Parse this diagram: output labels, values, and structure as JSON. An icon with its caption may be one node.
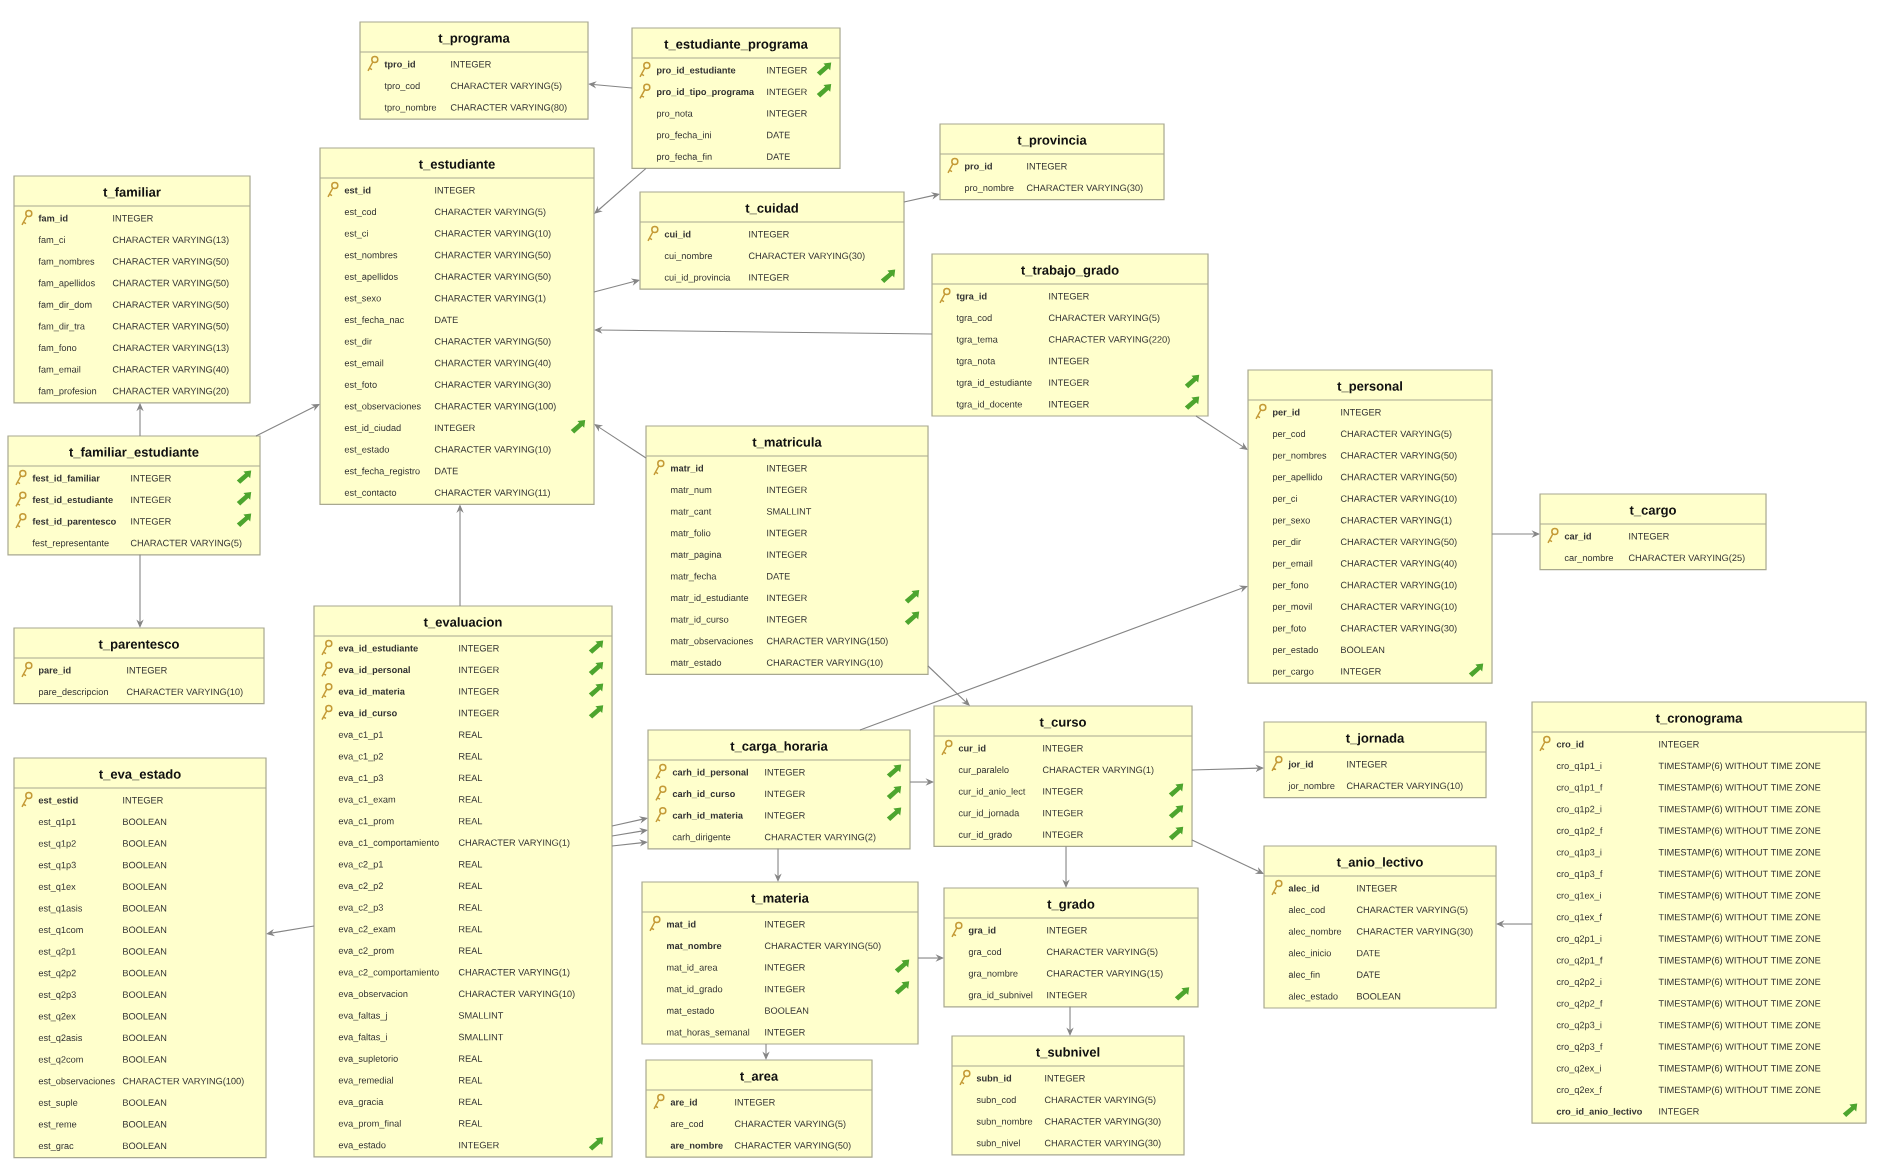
{
  "diagram": {
    "nodes": [
      {
        "text": [
          "t_programa",
          "tpro_id",
          "INTEGER",
          "tpro_cod",
          "CHARACTER VARYING(5)",
          "tpro_nombre",
          "CHARACTER VARYING(80)"
        ]
      },
      {
        "text": [
          "t_estudiante_programa",
          "pro_id_estudiante",
          "INTEGER",
          "pro_id_tipo_programa",
          "INTEGER",
          "pro_nota",
          "INTEGER",
          "pro_fecha_ini",
          "DATE",
          "pro_fecha_fin",
          "DATE"
        ]
      },
      {
        "text": [
          "t_provincia",
          "pro_id",
          "INTEGER",
          "pro_nombre",
          "CHARACTER VARYING(30)"
        ]
      },
      {
        "text": [
          "t_estudiante",
          "est_id",
          "INTEGER",
          "est_cod",
          "CHARACTER VARYING(5)",
          "est_ci",
          "CHARACTER VARYING(10)",
          "est_nombres",
          "CHARACTER VARYING(50)",
          "est_apellidos",
          "CHARACTER VARYING(50)",
          "est_sexo",
          "CHARACTER VARYING(1)",
          "est_fecha_nac",
          "DATE",
          "est_dir",
          "CHARACTER VARYING(50)",
          "est_email",
          "CHARACTER VARYING(40)",
          "est_foto",
          "CHARACTER VARYING(30)",
          "est_observaciones",
          "CHARACTER VARYING(100)",
          "est_id_ciudad",
          "INTEGER",
          "est_estado",
          "CHARACTER VARYING(10)",
          "est_fecha_registro",
          "DATE",
          "est_contacto",
          "CHARACTER VARYING(11)"
        ]
      },
      {
        "text": [
          "t_familiar",
          "fam_id",
          "INTEGER",
          "fam_ci",
          "CHARACTER VARYING(13)",
          "fam_nombres",
          "CHARACTER VARYING(50)",
          "fam_apellidos",
          "CHARACTER VARYING(50)",
          "fam_dir_dom",
          "CHARACTER VARYING(50)",
          "fam_dir_tra",
          "CHARACTER VARYING(50)",
          "fam_fono",
          "CHARACTER VARYING(13)",
          "fam_email",
          "CHARACTER VARYING(40)",
          "fam_profesion",
          "CHARACTER VARYING(20)"
        ]
      },
      {
        "text": [
          "t_cuidad",
          "cui_id",
          "INTEGER",
          "cui_nombre",
          "CHARACTER VARYING(30)",
          "cui_id_provincia",
          "INTEGER"
        ]
      },
      {
        "text": [
          "t_trabajo_grado",
          "tgra_id",
          "INTEGER",
          "tgra_cod",
          "CHARACTER VARYING(5)",
          "tgra_tema",
          "CHARACTER VARYING(220)",
          "tgra_nota",
          "INTEGER",
          "tgra_id_estudiante",
          "INTEGER",
          "tgra_id_docente",
          "INTEGER"
        ]
      },
      {
        "text": [
          "t_personal",
          "per_id",
          "INTEGER",
          "per_cod",
          "CHARACTER VARYING(5)",
          "per_nombres",
          "CHARACTER VARYING(50)",
          "per_apellido",
          "CHARACTER VARYING(50)",
          "per_ci",
          "CHARACTER VARYING(10)",
          "per_sexo",
          "CHARACTER VARYING(1)",
          "per_dir",
          "CHARACTER VARYING(50)",
          "per_email",
          "CHARACTER VARYING(40)",
          "per_fono",
          "CHARACTER VARYING(10)",
          "per_movil",
          "CHARACTER VARYING(10)",
          "per_foto",
          "CHARACTER VARYING(30)",
          "per_estado",
          "BOOLEAN",
          "per_cargo",
          "INTEGER"
        ]
      },
      {
        "text": [
          "t_matricula",
          "matr_id",
          "INTEGER",
          "matr_num",
          "INTEGER",
          "matr_cant",
          "SMALLINT",
          "matr_folio",
          "INTEGER",
          "matr_pagina",
          "INTEGER",
          "matr_fecha",
          "DATE",
          "matr_id_estudiante",
          "INTEGER",
          "matr_id_curso",
          "INTEGER",
          "matr_observaciones",
          "CHARACTER VARYING(150)",
          "matr_estado",
          "CHARACTER VARYING(10)"
        ]
      },
      {
        "text": [
          "t_familiar_estudiante",
          "fest_id_familiar",
          "INTEGER",
          "fest_id_estudiante",
          "INTEGER",
          "fest_id_parentesco",
          "INTEGER",
          "fest_representante",
          "CHARACTER VARYING(5)"
        ]
      },
      {
        "text": [
          "t_cargo",
          "car_id",
          "INTEGER",
          "car_nombre",
          "CHARACTER VARYING(25)"
        ]
      },
      {
        "text": [
          "t_evaluacion",
          "eva_id_estudiante",
          "INTEGER",
          "eva_id_personal",
          "INTEGER",
          "eva_id_materia",
          "INTEGER",
          "eva_id_curso",
          "INTEGER",
          "eva_c1_p1",
          "REAL",
          "eva_c1_p2",
          "REAL",
          "eva_c1_p3",
          "REAL",
          "eva_c1_exam",
          "REAL",
          "eva_c1_prom",
          "REAL",
          "eva_c1_comportamiento",
          "CHARACTER VARYING(1)",
          "eva_c2_p1",
          "REAL",
          "eva_c2_p2",
          "REAL",
          "eva_c2_p3",
          "REAL",
          "eva_c2_exam",
          "REAL",
          "eva_c2_prom",
          "REAL",
          "eva_c2_comportamiento",
          "CHARACTER VARYING(1)",
          "eva_observacion",
          "CHARACTER VARYING(10)",
          "eva_faltas_j",
          "SMALLINT",
          "eva_faltas_i",
          "SMALLINT",
          "eva_supletorio",
          "REAL",
          "eva_remedial",
          "REAL",
          "eva_gracia",
          "REAL",
          "eva_prom_final",
          "REAL",
          "eva_estado",
          "INTEGER"
        ]
      },
      {
        "text": [
          "t_parentesco",
          "pare_id",
          "INTEGER",
          "pare_descripcion",
          "CHARACTER VARYING(10)"
        ]
      },
      {
        "text": [
          "t_curso",
          "cur_id",
          "INTEGER",
          "cur_paralelo",
          "CHARACTER VARYING(1)",
          "cur_id_anio_lect",
          "INTEGER",
          "cur_id_jornada",
          "INTEGER",
          "cur_id_grado",
          "INTEGER"
        ]
      },
      {
        "text": [
          "t_cronograma",
          "cro_id",
          "INTEGER",
          "cro_q1p1_i",
          "TIMESTAMP(6) WITHOUT TIME ZONE",
          "cro_q1p1_f",
          "TIMESTAMP(6) WITHOUT TIME ZONE",
          "cro_q1p2_i",
          "TIMESTAMP(6) WITHOUT TIME ZONE",
          "cro_q1p2_f",
          "TIMESTAMP(6) WITHOUT TIME ZONE",
          "cro_q1p3_i",
          "TIMESTAMP(6) WITHOUT TIME ZONE",
          "cro_q1p3_f",
          "TIMESTAMP(6) WITHOUT TIME ZONE",
          "cro_q1ex_i",
          "TIMESTAMP(6) WITHOUT TIME ZONE",
          "cro_q1ex_f",
          "TIMESTAMP(6) WITHOUT TIME ZONE",
          "cro_q2p1_i",
          "TIMESTAMP(6) WITHOUT TIME ZONE",
          "cro_q2p1_f",
          "TIMESTAMP(6) WITHOUT TIME ZONE",
          "cro_q2p2_i",
          "TIMESTAMP(6) WITHOUT TIME ZONE",
          "cro_q2p2_f",
          "TIMESTAMP(6) WITHOUT TIME ZONE",
          "cro_q2p3_i",
          "TIMESTAMP(6) WITHOUT TIME ZONE",
          "cro_q2p3_f",
          "TIMESTAMP(6) WITHOUT TIME ZONE",
          "cro_q2ex_i",
          "TIMESTAMP(6) WITHOUT TIME ZONE",
          "cro_q2ex_f",
          "TIMESTAMP(6) WITHOUT TIME ZONE",
          "cro_id_anio_lectivo",
          "INTEGER"
        ]
      },
      {
        "text": [
          "t_jornada",
          "jor_id",
          "INTEGER",
          "jor_nombre",
          "CHARACTER VARYING(10)"
        ]
      },
      {
        "text": [
          "t_carga_horaria",
          "carh_id_personal",
          "INTEGER",
          "carh_id_curso",
          "INTEGER",
          "carh_id_materia",
          "INTEGER",
          "carh_dirigente",
          "CHARACTER VARYING(2)"
        ]
      },
      {
        "text": [
          "t_eva_estado",
          "est_estid",
          "INTEGER",
          "est_q1p1",
          "BOOLEAN",
          "est_q1p2",
          "BOOLEAN",
          "est_q1p3",
          "BOOLEAN",
          "est_q1ex",
          "BOOLEAN",
          "est_q1asis",
          "BOOLEAN",
          "est_q1com",
          "BOOLEAN",
          "est_q2p1",
          "BOOLEAN",
          "est_q2p2",
          "BOOLEAN",
          "est_q2p3",
          "BOOLEAN",
          "est_q2ex",
          "BOOLEAN",
          "est_q2asis",
          "BOOLEAN",
          "est_q2com",
          "BOOLEAN",
          "est_observaciones",
          "CHARACTER VARYING(100)",
          "est_suple",
          "BOOLEAN",
          "est_reme",
          "BOOLEAN",
          "est_grac",
          "BOOLEAN"
        ]
      },
      {
        "text": [
          "t_anio_lectivo",
          "alec_id",
          "INTEGER",
          "alec_cod",
          "CHARACTER VARYING(5)",
          "alec_nombre",
          "CHARACTER VARYING(30)",
          "alec_inicio",
          "DATE",
          "alec_fin",
          "DATE",
          "alec_estado",
          "BOOLEAN"
        ]
      },
      {
        "text": [
          "t_materia",
          "mat_id",
          "INTEGER",
          "mat_nombre",
          "CHARACTER VARYING(50)",
          "mat_id_area",
          "INTEGER",
          "mat_id_grado",
          "INTEGER",
          "mat_estado",
          "BOOLEAN",
          "mat_horas_semanal",
          "INTEGER"
        ]
      },
      {
        "text": [
          "t_grado",
          "gra_id",
          "INTEGER",
          "gra_cod",
          "CHARACTER VARYING(5)",
          "gra_nombre",
          "CHARACTER VARYING(15)",
          "gra_id_subnivel",
          "INTEGER"
        ]
      },
      {
        "text": [
          "t_subnivel",
          "subn_id",
          "INTEGER",
          "subn_cod",
          "CHARACTER VARYING(5)",
          "subn_nombre",
          "CHARACTER VARYING(30)",
          "subn_nivel",
          "CHARACTER VARYING(30)"
        ]
      },
      {
        "text": [
          "t_area",
          "are_id",
          "INTEGER",
          "are_cod",
          "CHARACTER VARYING(5)",
          "are_nombre",
          "CHARACTER VARYING(50)"
        ]
      }
    ],
    "edges": [
      {
        "from": 1,
        "to": 0,
        "arrow": "to"
      },
      {
        "from": 1,
        "to": 3,
        "arrow": "to"
      },
      {
        "from": 5,
        "to": 2,
        "arrow": "to"
      },
      {
        "from": 3,
        "to": 5,
        "arrow": "to"
      },
      {
        "from": 6,
        "to": 3,
        "arrow": "to"
      },
      {
        "from": 6,
        "to": 7,
        "arrow": "to"
      },
      {
        "from": 8,
        "to": 3,
        "arrow": "to"
      },
      {
        "from": 8,
        "to": 13,
        "arrow": "to"
      },
      {
        "from": 16,
        "to": 7,
        "arrow": "to"
      },
      {
        "from": 16,
        "to": 13,
        "arrow": "to"
      },
      {
        "from": 16,
        "to": 19,
        "arrow": "to"
      },
      {
        "from": 11,
        "to": 16,
        "arrow": "to"
      },
      {
        "from": 11,
        "to": 16,
        "arrow": "to"
      },
      {
        "from": 11,
        "to": 16,
        "arrow": "to"
      },
      {
        "from": 11,
        "to": 3,
        "arrow": "to"
      },
      {
        "from": 11,
        "to": 17,
        "arrow": "to"
      },
      {
        "from": 9,
        "to": 4,
        "arrow": "to"
      },
      {
        "from": 9,
        "to": 3,
        "arrow": "to"
      },
      {
        "from": 9,
        "to": 12,
        "arrow": "to"
      },
      {
        "from": 7,
        "to": 10,
        "arrow": "to"
      },
      {
        "from": 13,
        "to": 15,
        "arrow": "to"
      },
      {
        "from": 13,
        "to": 18,
        "arrow": "to"
      },
      {
        "from": 13,
        "to": 20,
        "arrow": "to"
      },
      {
        "from": 19,
        "to": 20,
        "arrow": "to"
      },
      {
        "from": 19,
        "to": 22,
        "arrow": "to"
      },
      {
        "from": 20,
        "to": 21,
        "arrow": "to"
      },
      {
        "from": 14,
        "to": 18,
        "arrow": "to"
      }
    ]
  }
}
